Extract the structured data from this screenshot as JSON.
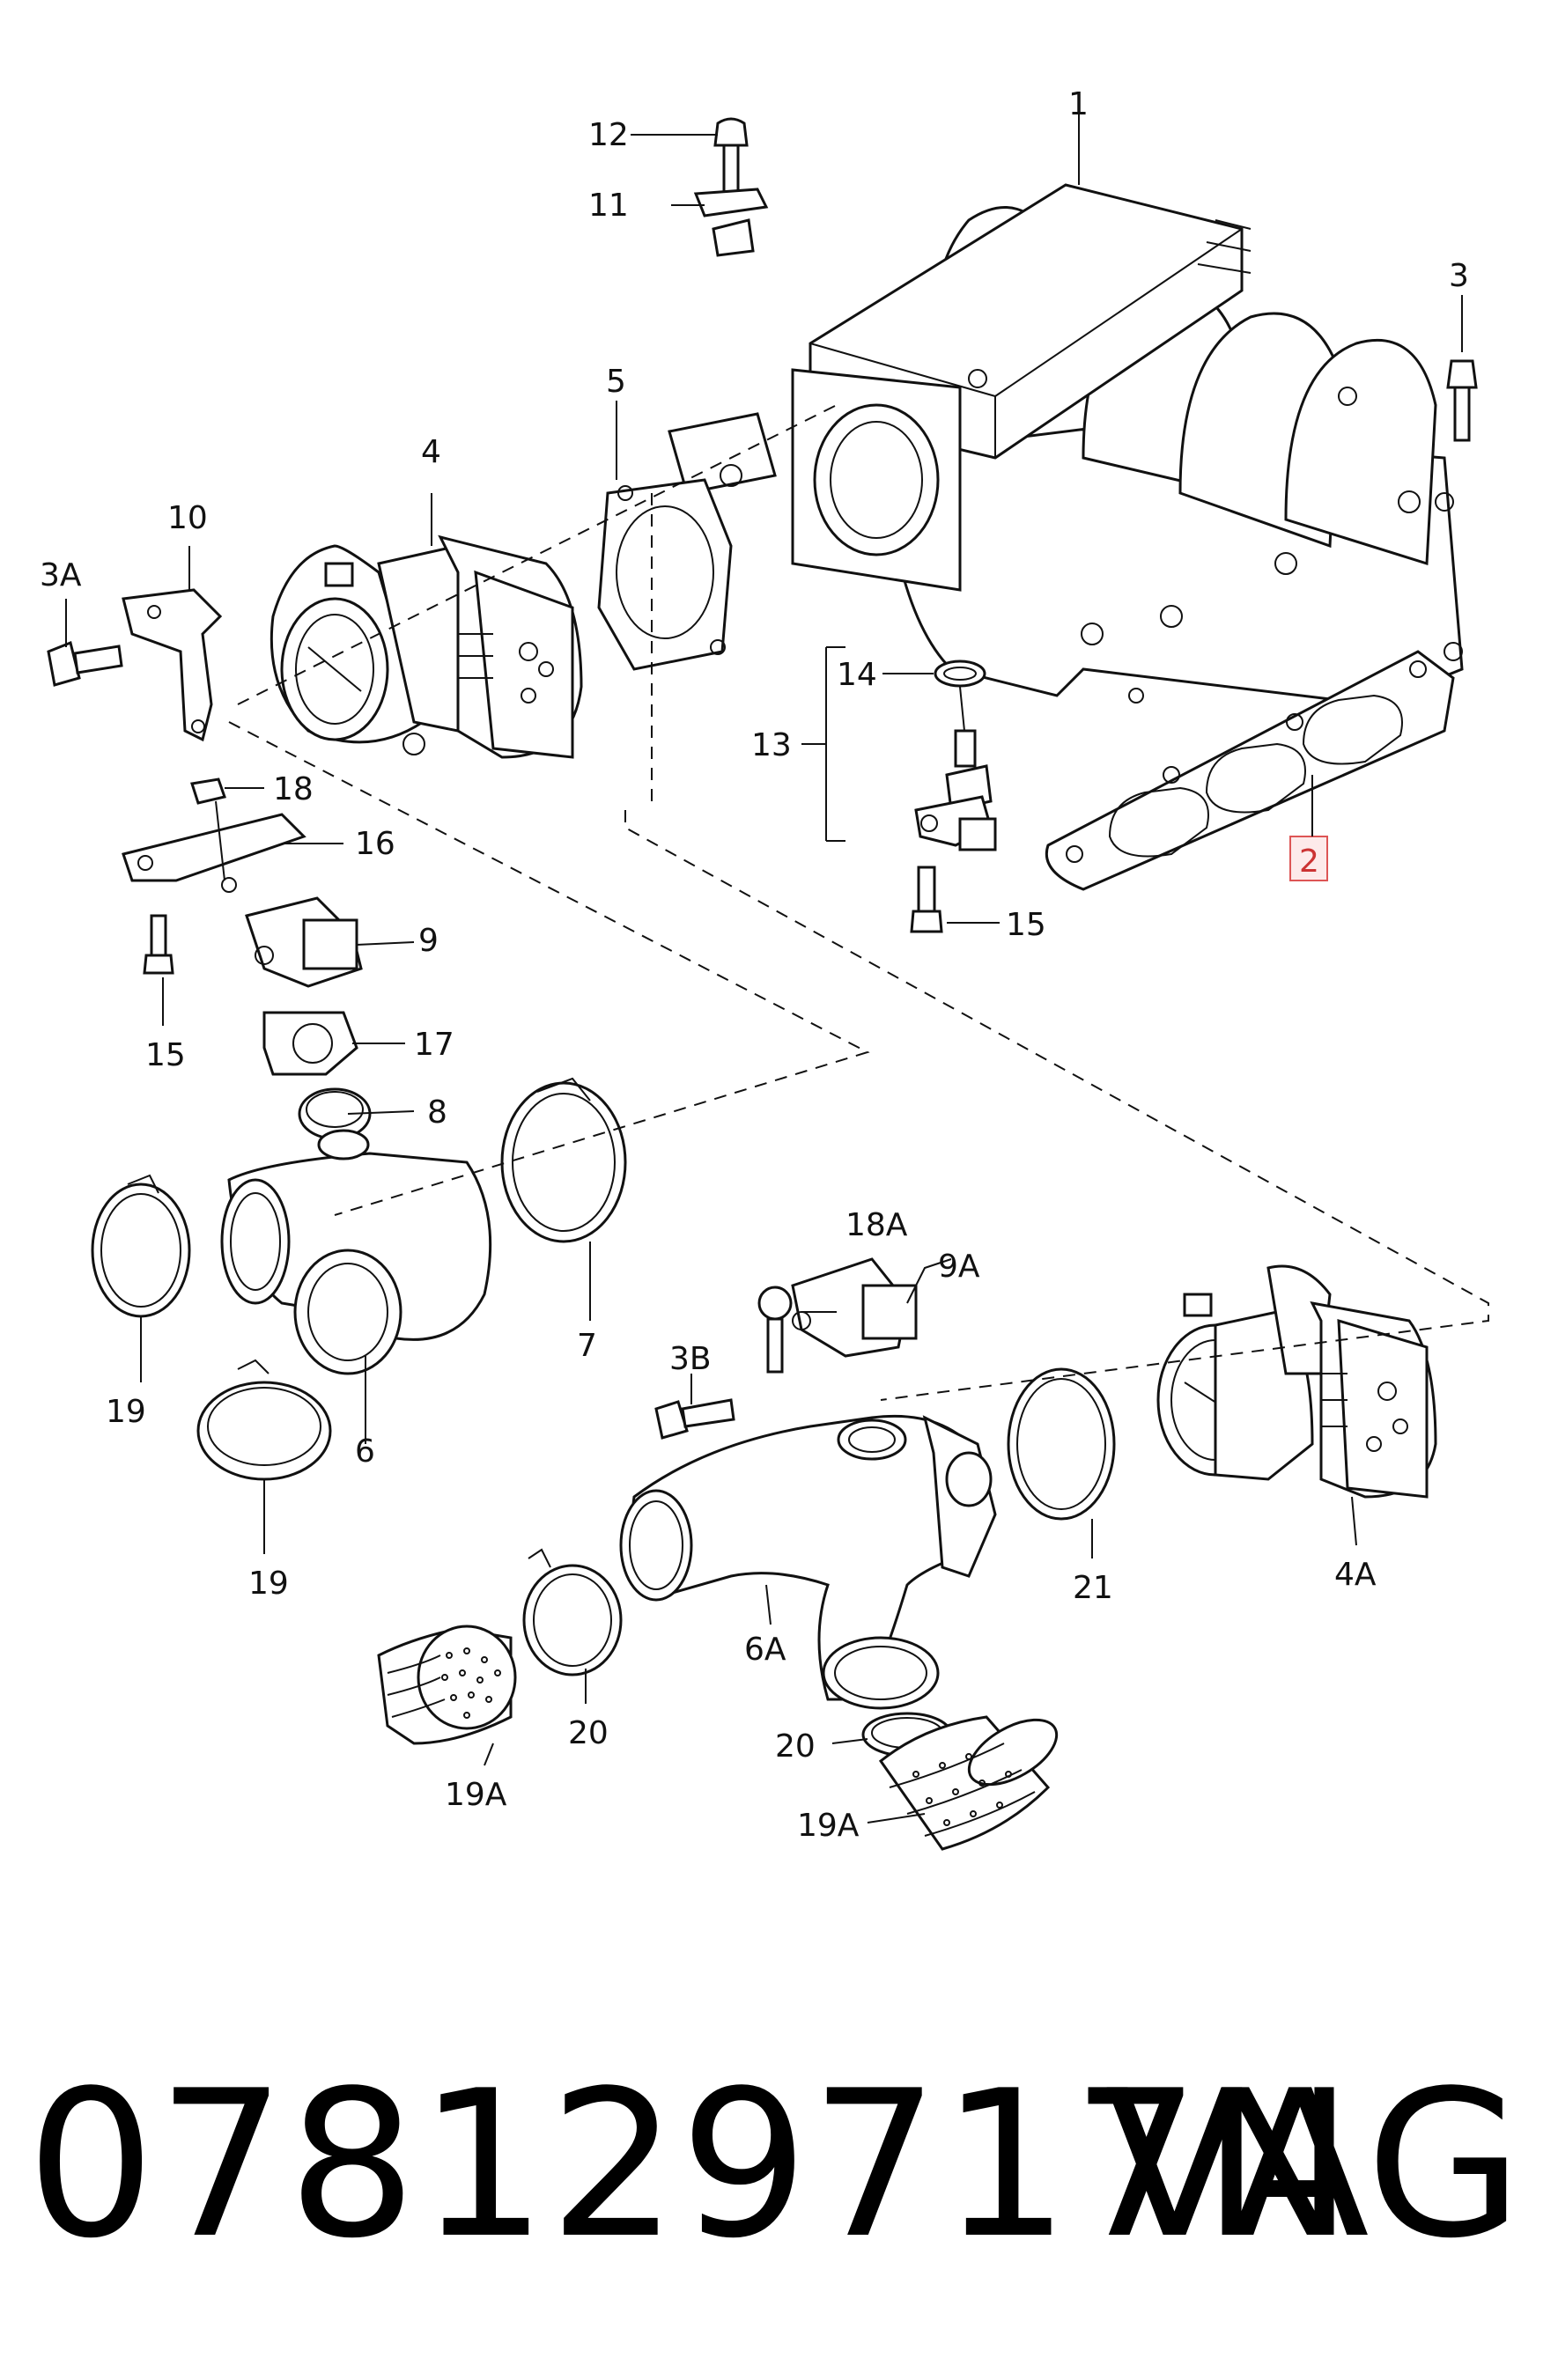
{
  "labels": {
    "l1": "1",
    "l2": "2",
    "l3": "3",
    "l3a": "3A",
    "l3b": "3B",
    "l4": "4",
    "l4a": "4A",
    "l5": "5",
    "l6": "6",
    "l6a": "6A",
    "l7": "7",
    "l8": "8",
    "l9": "9",
    "l9a": "9A",
    "l10": "10",
    "l11": "11",
    "l12": "12",
    "l13": "13",
    "l14": "14",
    "l15a": "15",
    "l15b": "15",
    "l16": "16",
    "l17": "17",
    "l18": "18",
    "l18a": "18A",
    "l19a": "19",
    "l19b": "19",
    "l19Aa": "19A",
    "l19Ab": "19A",
    "l20a": "20",
    "l20b": "20",
    "l21": "21"
  },
  "highlight": {
    "label": "2",
    "color": "#d55555"
  },
  "footer": {
    "part_number": "078129717N",
    "brand": "VAG"
  }
}
